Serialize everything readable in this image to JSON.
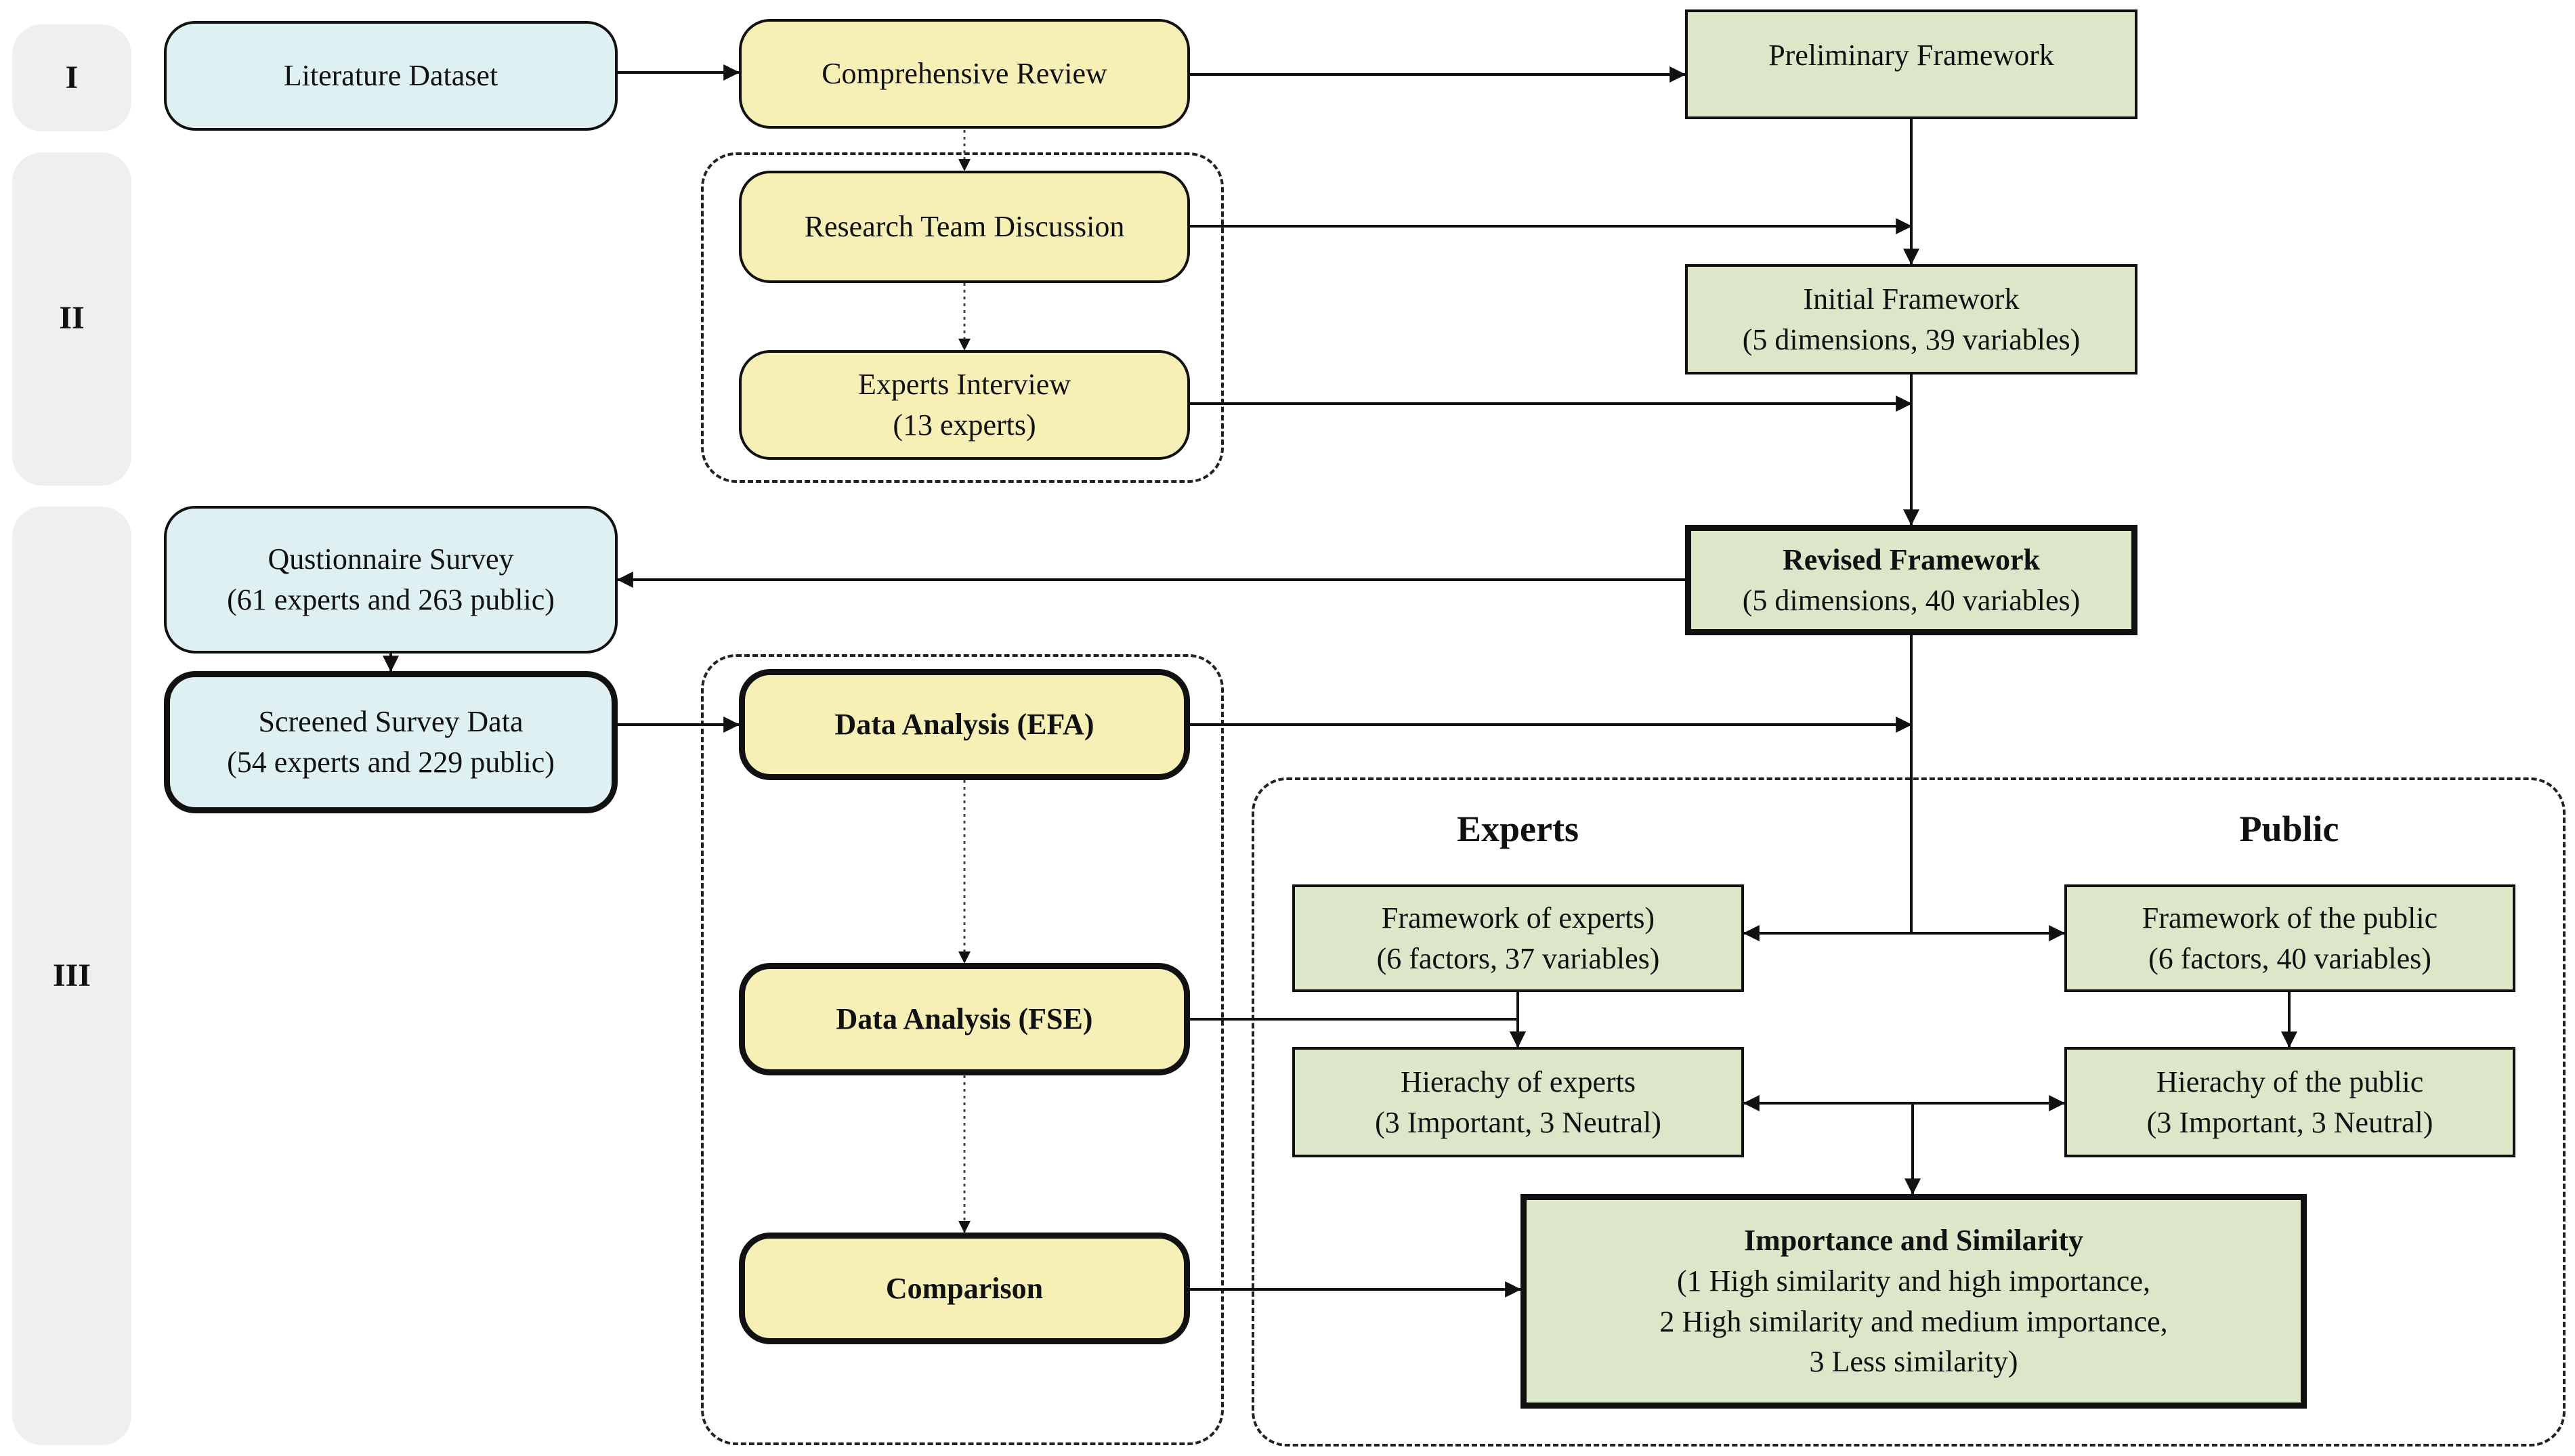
{
  "phases": {
    "I": "I",
    "II": "II",
    "III": "III"
  },
  "boxes": {
    "literature_dataset": [
      "Literature Dataset"
    ],
    "comprehensive_review": [
      "Comprehensive Review"
    ],
    "preliminary_framework": [
      "Preliminary Framework"
    ],
    "research_team_discussion": [
      "Research Team Discussion"
    ],
    "experts_interview": [
      "Experts Interview",
      "(13 experts)"
    ],
    "initial_framework": [
      "Initial Framework",
      "(5 dimensions, 39 variables)"
    ],
    "questionnaire_survey": [
      "Qustionnaire Survey",
      "(61 experts and 263 public)"
    ],
    "revised_framework": [
      "Revised Framework",
      "(5 dimensions, 40 variables)"
    ],
    "screened_survey_data": [
      "Screened Survey Data",
      "(54 experts and 229 public)"
    ],
    "data_analysis_efa": [
      "Data Analysis (EFA)"
    ],
    "data_analysis_fse": [
      "Data Analysis (FSE)"
    ],
    "comparison": [
      "Comparison"
    ],
    "framework_experts": [
      "Framework of experts)",
      "(6 factors, 37 variables)"
    ],
    "framework_public": [
      "Framework of the public",
      "(6 factors, 40 variables)"
    ],
    "hierarchy_experts": [
      "Hierachy of experts",
      "(3 Important, 3 Neutral)"
    ],
    "hierarchy_public": [
      "Hierachy of the public",
      "(3 Important, 3 Neutral)"
    ],
    "importance_similarity": [
      "Importance and Similarity",
      "(1 High similarity and high importance,",
      "2 High similarity and medium importance,",
      "3 Less similarity)"
    ]
  },
  "headings": {
    "experts": "Experts",
    "public": "Public"
  }
}
